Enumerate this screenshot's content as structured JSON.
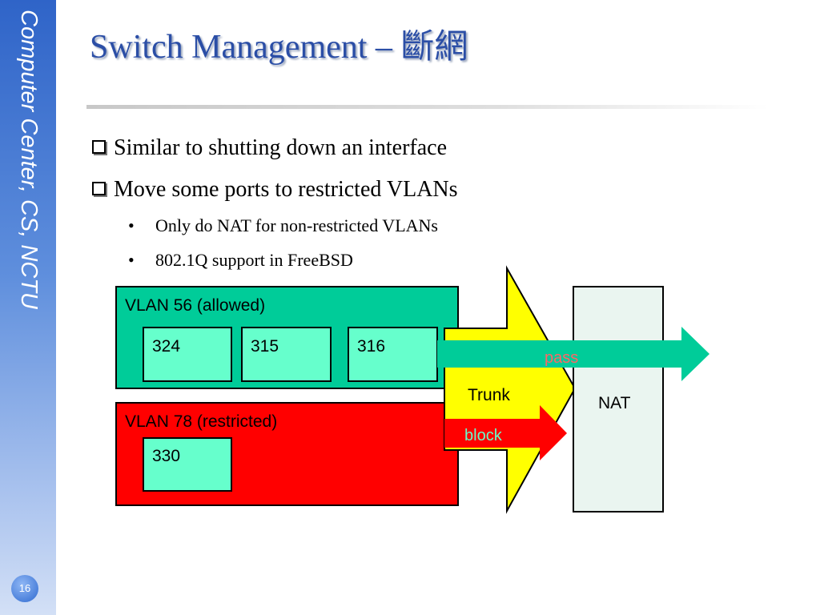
{
  "sidebar": {
    "org_text": "Computer Center, CS, NCTU",
    "page_number": "16"
  },
  "title": "Switch Management – 斷網",
  "bullets": [
    {
      "text": "Similar to  shutting down an interface"
    },
    {
      "text": "Move some ports to restricted VLANs"
    }
  ],
  "sub_bullets": [
    {
      "bullet": "•",
      "text": "Only do NAT for non-restricted VLANs"
    },
    {
      "bullet": "•",
      "text": "802.1Q support in FreeBSD"
    }
  ],
  "diagram": {
    "vlan_allowed": {
      "label": "VLAN 56 (allowed)",
      "ports": [
        "324",
        "315",
        "316"
      ],
      "color": "#00cc99"
    },
    "vlan_restricted": {
      "label": "VLAN 78 (restricted)",
      "ports": [
        "330"
      ],
      "color": "#ff0000"
    },
    "port_color": "#66ffcc",
    "trunk": {
      "label": "Trunk",
      "color": "#ffff00"
    },
    "pass_arrow": {
      "label": "pass",
      "color": "#00cc99",
      "label_color": "#ff6666"
    },
    "block_arrow": {
      "label": "block",
      "color": "#ff0000",
      "label_color": "#66ffcc"
    },
    "nat": {
      "label": "NAT",
      "color": "#eaf5f0"
    }
  }
}
